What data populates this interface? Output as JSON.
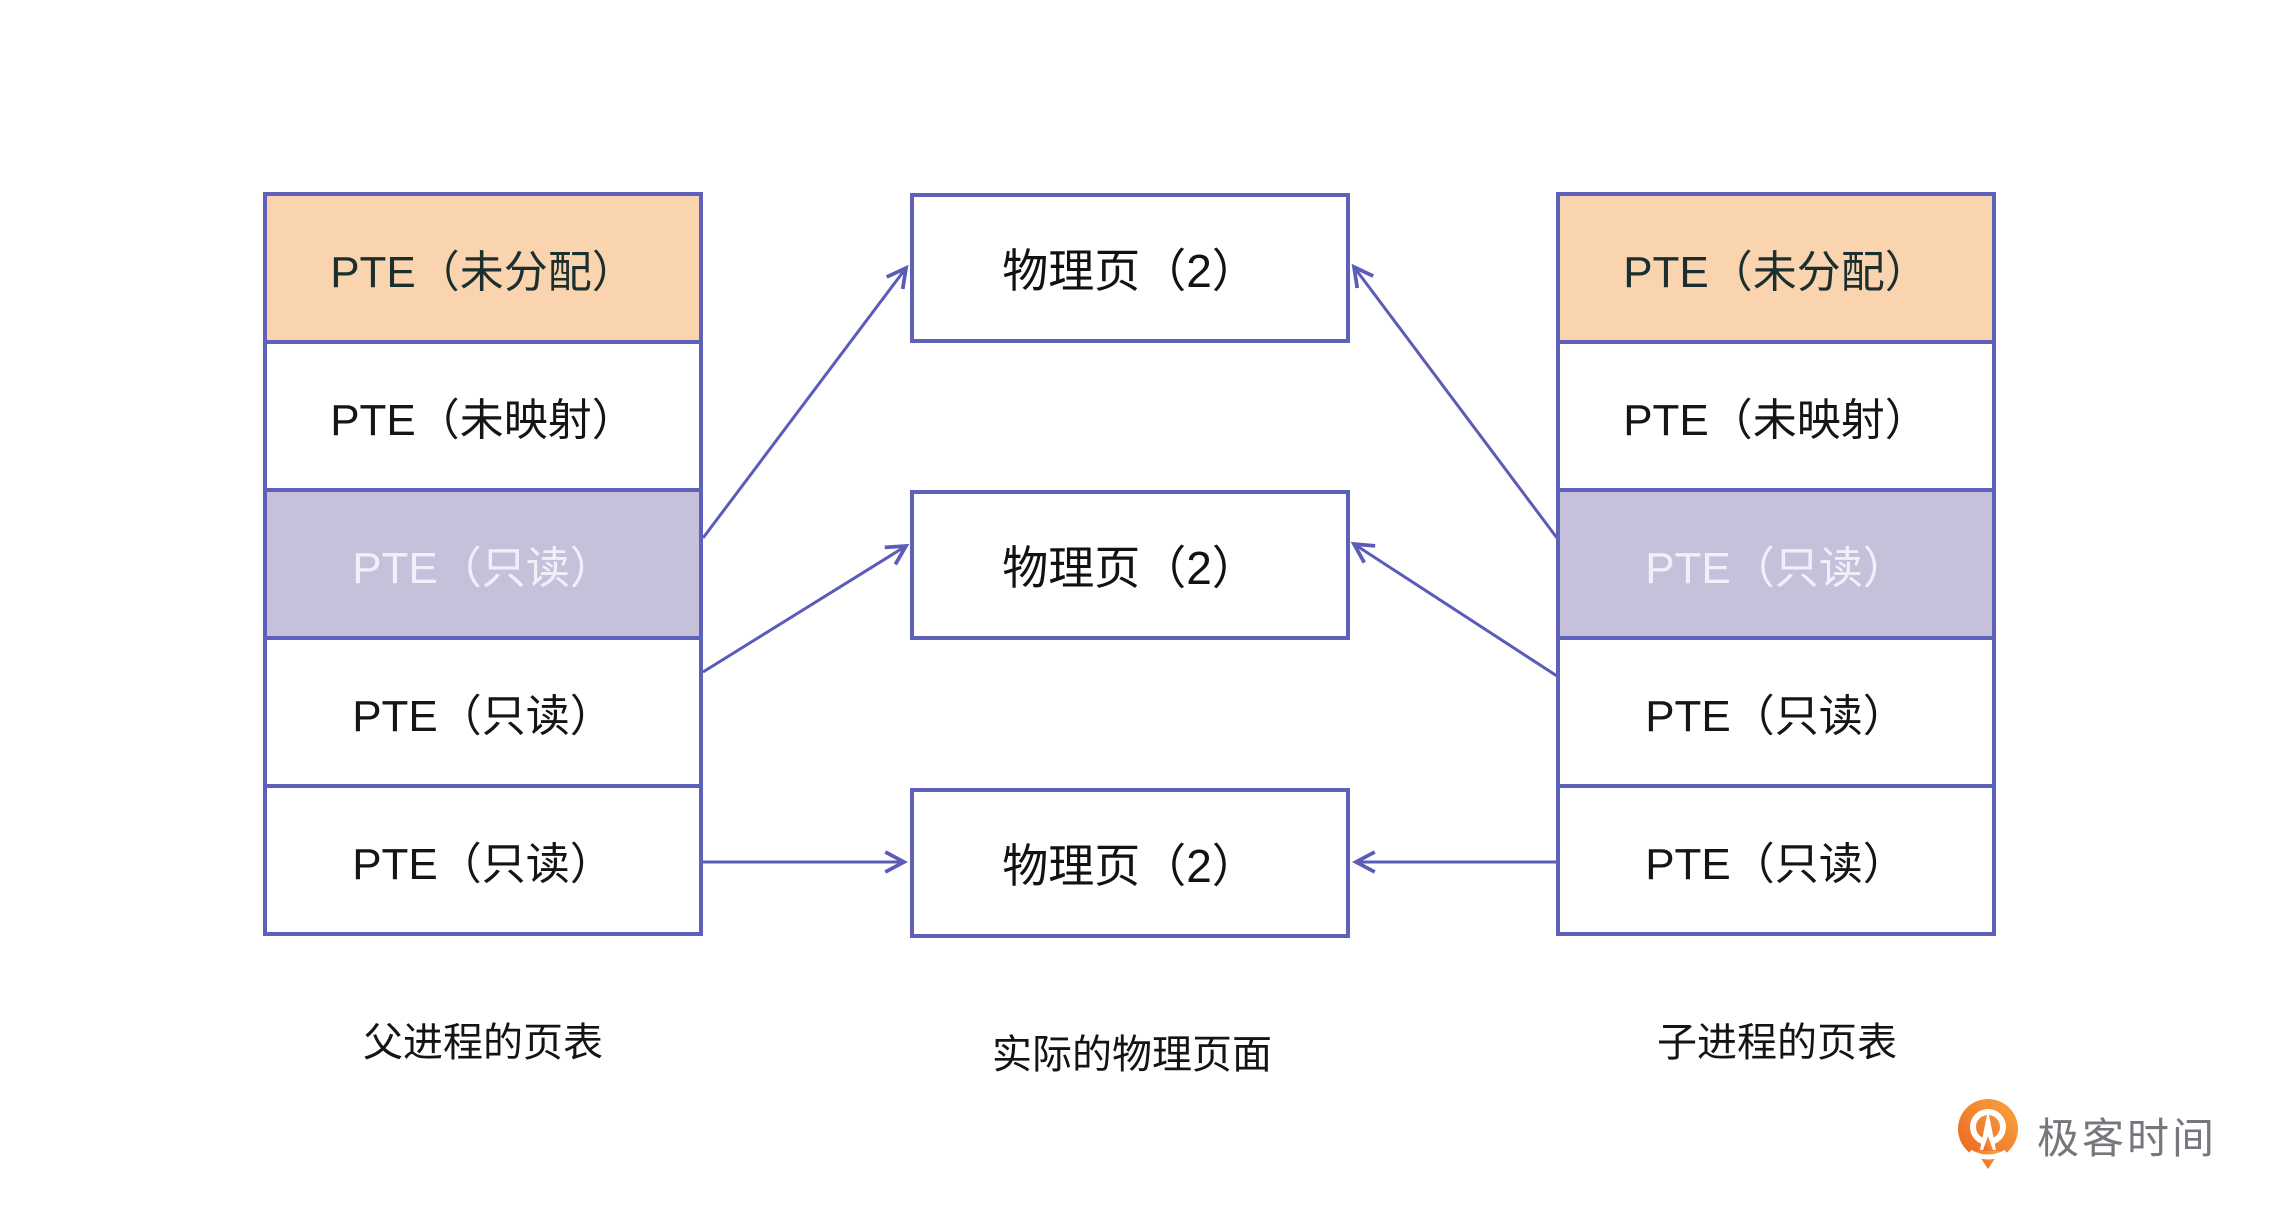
{
  "colors": {
    "line": "#5a5cb8",
    "box_border": "#5e61b9",
    "fill_unallocated": "#fad4ae",
    "fill_readonly_shared": "#c6c0db",
    "row_text_dark": "#1c2f2f",
    "row_text_light": "#f2effa",
    "label_text": "#141414",
    "logo_orange": "#ee6d23",
    "logo_orange_light": "#f9a03c",
    "logo_text": "#76767c"
  },
  "parent_table": {
    "label": "父进程的页表",
    "rows": [
      {
        "text": "PTE（未分配）",
        "state": "unallocated"
      },
      {
        "text": "PTE（未映射）",
        "state": "unmapped"
      },
      {
        "text": "PTE（只读）",
        "state": "readonly-shared"
      },
      {
        "text": "PTE（只读）",
        "state": "readonly"
      },
      {
        "text": "PTE（只读）",
        "state": "readonly"
      }
    ]
  },
  "physical_pages": {
    "label": "实际的物理页面",
    "boxes": [
      {
        "text": "物理页（2）"
      },
      {
        "text": "物理页（2）"
      },
      {
        "text": "物理页（2）"
      }
    ]
  },
  "child_table": {
    "label": "子进程的页表",
    "rows": [
      {
        "text": "PTE（未分配）",
        "state": "unallocated"
      },
      {
        "text": "PTE（未映射）",
        "state": "unmapped"
      },
      {
        "text": "PTE（只读）",
        "state": "readonly-shared"
      },
      {
        "text": "PTE（只读）",
        "state": "readonly"
      },
      {
        "text": "PTE（只读）",
        "state": "readonly"
      }
    ]
  },
  "branding": {
    "logo_text": "极客时间",
    "logo_icon": "geektime-pin-icon"
  }
}
